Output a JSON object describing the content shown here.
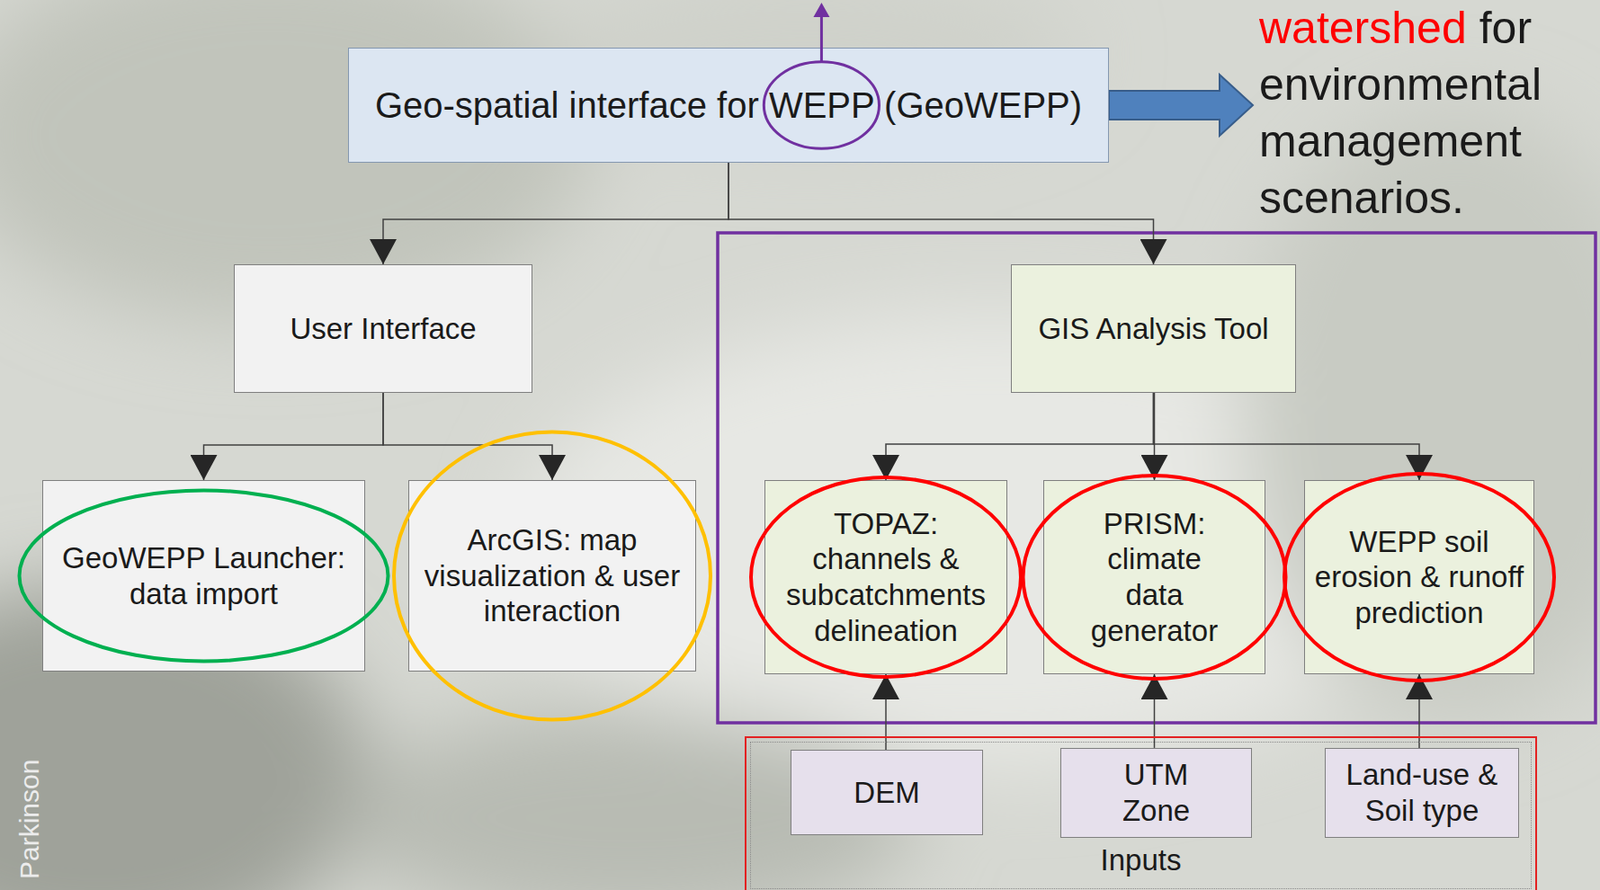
{
  "diagram": {
    "nodes": [
      {
        "text": [
          "Geo-spatial interface for WEPP (GeoWEPP)"
        ]
      },
      {
        "text": [
          "User Interface"
        ]
      },
      {
        "text": [
          "GIS Analysis Tool"
        ]
      },
      {
        "text": [
          "GeoWEPP Launcher: data import"
        ]
      },
      {
        "text": [
          "ArcGIS: map visualization & user interaction"
        ]
      },
      {
        "text": [
          "TOPAZ: channels & subcatchments delineation"
        ]
      },
      {
        "text": [
          "PRISM: climate data generator"
        ]
      },
      {
        "text": [
          "WEPP soil erosion & runoff prediction"
        ]
      },
      {
        "text": [
          "Inputs"
        ]
      },
      {
        "text": [
          "DEM"
        ],
        "in": 8
      },
      {
        "text": [
          "UTM Zone"
        ],
        "in": 8
      },
      {
        "text": [
          "Land-use & Soil type"
        ],
        "in": 8
      }
    ],
    "edges": [
      {
        "from": 0,
        "to": 1,
        "arrow": "to"
      },
      {
        "from": 0,
        "to": 2,
        "arrow": "to"
      },
      {
        "from": 1,
        "to": 3,
        "arrow": "to"
      },
      {
        "from": 1,
        "to": 4,
        "arrow": "to"
      },
      {
        "from": 2,
        "to": 5,
        "arrow": "to"
      },
      {
        "from": 2,
        "to": 6,
        "arrow": "to"
      },
      {
        "from": 2,
        "to": 7,
        "arrow": "to"
      },
      {
        "from": 9,
        "to": 5,
        "arrow": "to"
      },
      {
        "from": 10,
        "to": 6,
        "arrow": "to"
      },
      {
        "from": 11,
        "to": 7,
        "arrow": "to"
      }
    ],
    "labels": [
      "watershed",
      "for environmental management scenarios.",
      "Parkinson"
    ]
  }
}
